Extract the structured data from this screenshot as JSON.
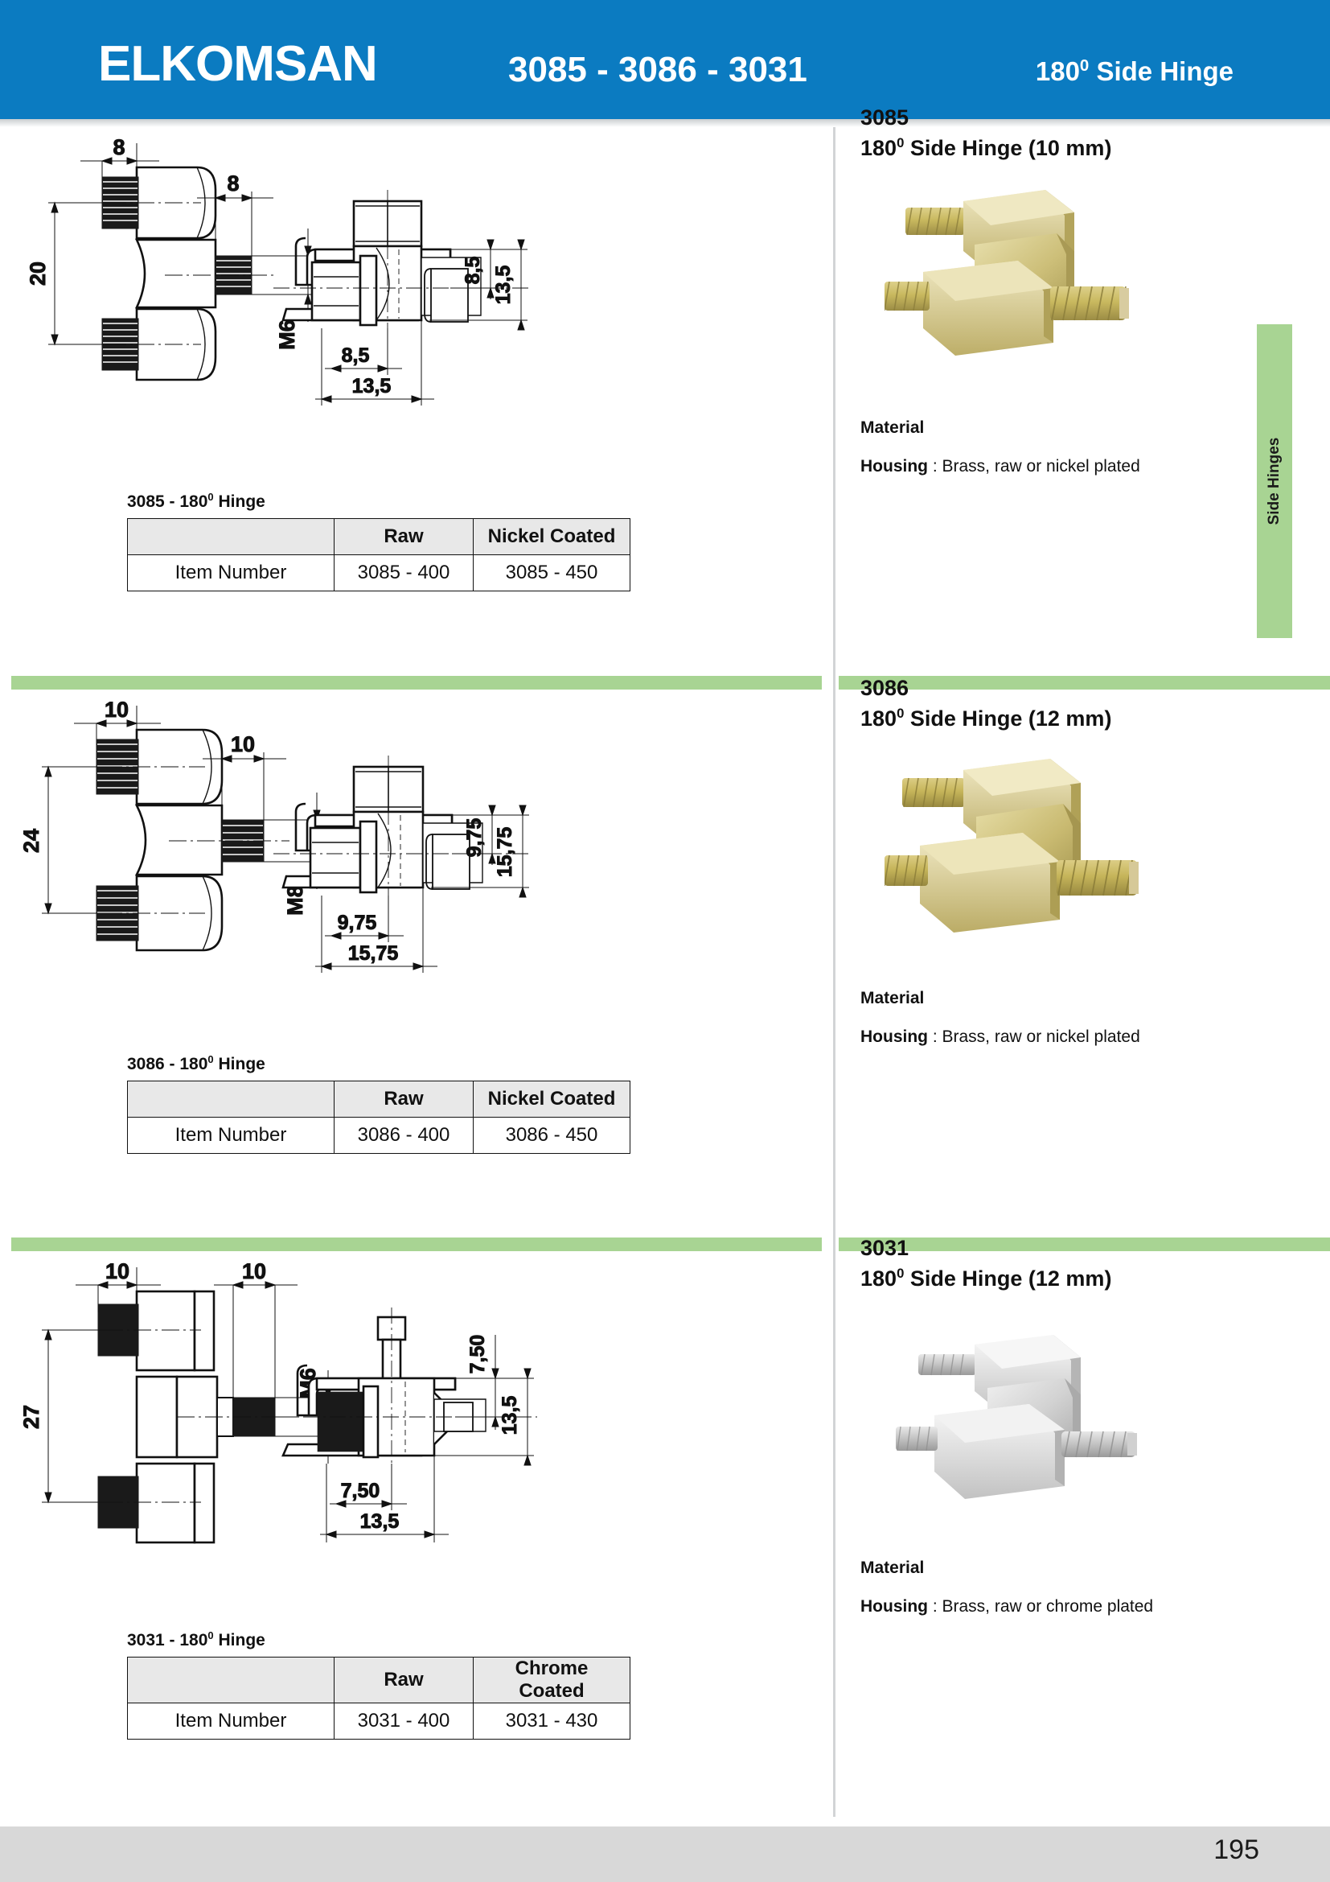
{
  "header": {
    "brand": "ELKOMSAN",
    "codes": "3085 - 3086 - 3031",
    "right_title": "180",
    "right_sup": "0",
    "right_rest": " Side Hinge",
    "bg_color": "#0b7bc1"
  },
  "side_tab": {
    "label": "Side Hinges",
    "color": "#a8d493"
  },
  "sections": [
    {
      "id": "3085",
      "table_title_prefix": "3085 - 180",
      "table_title_sup": "0",
      "table_title_suffix": " Hinge",
      "columns": [
        "",
        "Raw",
        "Nickel Coated"
      ],
      "row_label": "Item Number",
      "row_values": [
        "3085 - 400",
        "3085 - 450"
      ],
      "product_code": "3085",
      "product_name_prefix": "180",
      "product_name_sup": "0",
      "product_name_suffix": " Side Hinge (10 mm)",
      "material_title": "Material",
      "material_key": "Housing",
      "material_value": " : Brass, raw or nickel plated",
      "photo_style": "brass",
      "dims": {
        "top_left": "8",
        "top_right": "8",
        "height": "20",
        "thread": "M6",
        "v_small": "8,5",
        "v_large": "13,5",
        "h_small": "8,5",
        "h_large": "13,5"
      }
    },
    {
      "id": "3086",
      "table_title_prefix": "3086 - 180",
      "table_title_sup": "0",
      "table_title_suffix": " Hinge",
      "columns": [
        "",
        "Raw",
        "Nickel Coated"
      ],
      "row_label": "Item Number",
      "row_values": [
        "3086 - 400",
        "3086 - 450"
      ],
      "product_code": "3086",
      "product_name_prefix": "180",
      "product_name_sup": "0",
      "product_name_suffix": " Side Hinge (12 mm)",
      "material_title": "Material",
      "material_key": "Housing",
      "material_value": " : Brass, raw or nickel plated",
      "photo_style": "brass",
      "dims": {
        "top_left": "10",
        "top_right": "10",
        "height": "24",
        "thread": "M8",
        "v_small": "9,75",
        "v_large": "15,75",
        "h_small": "9,75",
        "h_large": "15,75"
      }
    },
    {
      "id": "3031",
      "table_title_prefix": "3031 - 180",
      "table_title_sup": "0",
      "table_title_suffix": " Hinge",
      "columns": [
        "",
        "Raw",
        "Chrome Coated"
      ],
      "row_label": "Item Number",
      "row_values": [
        "3031 - 400",
        "3031 - 430"
      ],
      "product_code": "3031",
      "product_name_prefix": "180",
      "product_name_sup": "0",
      "product_name_suffix": " Side Hinge (12 mm)",
      "material_title": "Material",
      "material_key": "Housing",
      "material_value": " : Brass, raw or chrome plated",
      "photo_style": "chrome",
      "dims": {
        "top_left": "10",
        "top_right": "10",
        "height": "27",
        "thread": "M6",
        "v_small": "7,50",
        "v_large": "13,5",
        "h_small": "7,50",
        "h_large": "13,5"
      }
    }
  ],
  "footer": {
    "page_number": "195",
    "bg_color": "#d8d8d8"
  }
}
